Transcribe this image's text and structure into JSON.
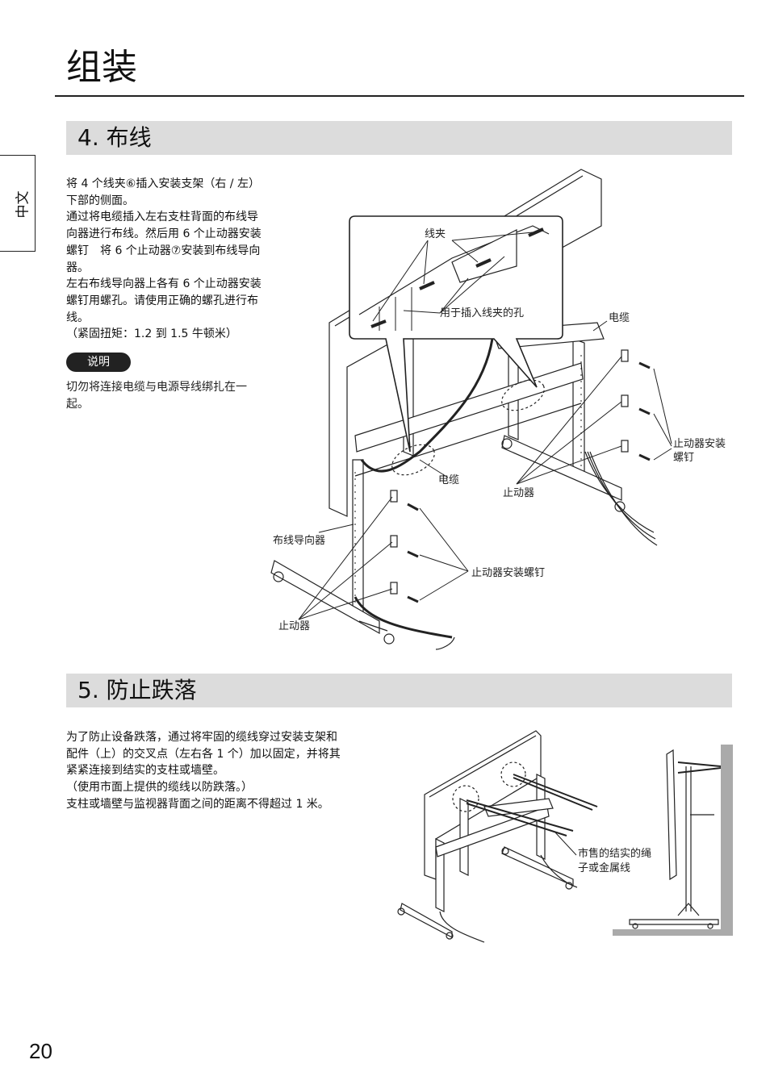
{
  "page_title": "组装",
  "side_tab": "中文",
  "section4": {
    "heading": "4. 布线",
    "paragraphs": [
      "将 4 个线夹⑥插入安装支架（右 / 左）",
      "下部的侧面。",
      "通过将电缆插入左右支柱背面的布线导",
      "向器进行布线。然后用 6 个止动器安装",
      "螺钉　将 6 个止动器⑦安装到布线导向",
      "器。",
      "左右布线导向器上各有 6 个止动器安装",
      "螺钉用螺孔。请使用正确的螺孔进行布",
      "线。",
      "（紧固扭矩：1.2 到 1.5 牛顿米）"
    ],
    "note_badge": "说明",
    "note_lines": [
      "切勿将连接电缆与电源导线绑扎在一",
      "起。"
    ],
    "labels": {
      "clamp": "线夹",
      "clamp_hole": "用于插入线夹的孔",
      "cable_top": "电缆",
      "stopper_screw_right_1": "止动器安装",
      "stopper_screw_right_2": "螺钉",
      "cable_mid": "电缆",
      "stopper_mid": "止动器",
      "wire_guide": "布线导向器",
      "stopper_screw_left": "止动器安装螺钉",
      "stopper_left": "止动器"
    }
  },
  "section5": {
    "heading": "5. 防止跌落",
    "paragraphs": [
      "为了防止设备跌落，通过将牢固的缆线穿过安装支架和",
      "配件（上）的交叉点（左右各 1 个）加以固定，并将其",
      "紧紧连接到结实的支柱或墙壁。",
      "（使用市面上提供的缆线以防跌落。）",
      "支柱或墙壁与监视器背面之间的距离不得超过 1 米。"
    ],
    "labels": {
      "rope_1": "市售的结实的绳",
      "rope_2": "子或金属线"
    }
  },
  "page_number": "20"
}
